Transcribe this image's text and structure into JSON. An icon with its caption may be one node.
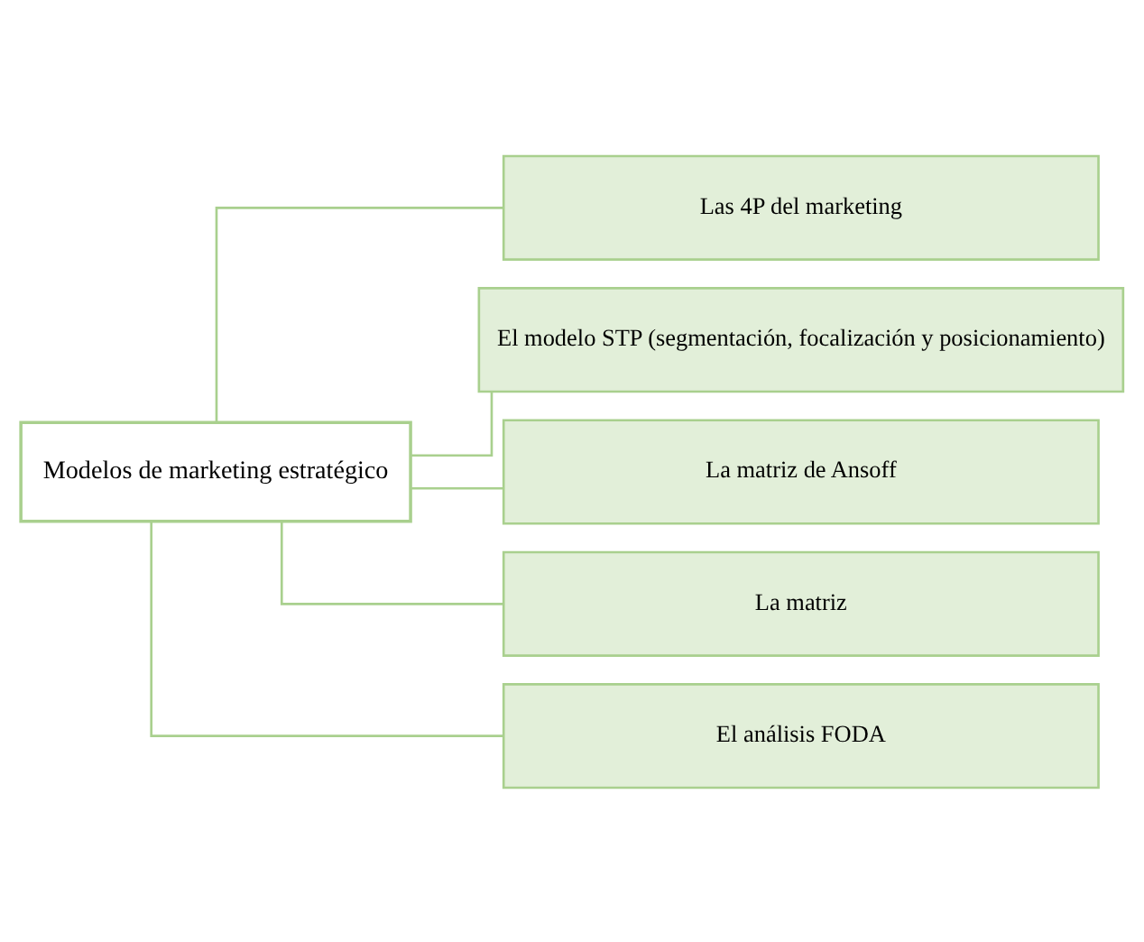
{
  "diagram": {
    "nodes": [
      {
        "text": [
          "Modelos de marketing estratégico"
        ]
      },
      {
        "text": [
          "Las 4P del marketing"
        ]
      },
      {
        "text": [
          "El modelo STP (segmentación, focalización y posicionamiento)"
        ]
      },
      {
        "text": [
          "La matriz de Ansoff"
        ]
      },
      {
        "text": [
          "La matriz"
        ]
      },
      {
        "text": [
          "El análisis FODA"
        ]
      }
    ],
    "edges": [
      {
        "from": 0,
        "to": 1,
        "arrow": "none"
      },
      {
        "from": 0,
        "to": 2,
        "arrow": "none"
      },
      {
        "from": 0,
        "to": 3,
        "arrow": "none"
      },
      {
        "from": 0,
        "to": 4,
        "arrow": "none"
      },
      {
        "from": 0,
        "to": 5,
        "arrow": "none"
      }
    ]
  }
}
